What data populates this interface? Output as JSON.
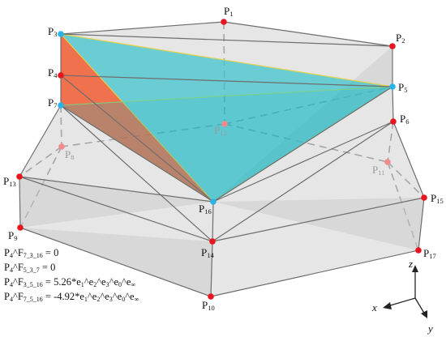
{
  "points": {
    "P1": {
      "name": "P",
      "sub": "1"
    },
    "P2": {
      "name": "P",
      "sub": "2"
    },
    "P3": {
      "name": "P",
      "sub": "3"
    },
    "P4": {
      "name": "P",
      "sub": "4"
    },
    "P5": {
      "name": "P",
      "sub": "5"
    },
    "P6": {
      "name": "P",
      "sub": "6"
    },
    "P7": {
      "name": "P",
      "sub": "7"
    },
    "P8": {
      "name": "P",
      "sub": "8"
    },
    "P9": {
      "name": "P",
      "sub": "9"
    },
    "P10": {
      "name": "P",
      "sub": "10"
    },
    "P11": {
      "name": "P",
      "sub": "11"
    },
    "P12": {
      "name": "P",
      "sub": "12"
    },
    "P13": {
      "name": "P",
      "sub": "13"
    },
    "P14": {
      "name": "P",
      "sub": "14"
    },
    "P15": {
      "name": "P",
      "sub": "15"
    },
    "P16": {
      "name": "P",
      "sub": "16"
    },
    "P17": {
      "name": "P",
      "sub": "17"
    }
  },
  "equations": [
    {
      "a": "P",
      "a_sub": "4",
      "op": "^F",
      "b_sub": "7_3_16",
      "rhs": " = 0"
    },
    {
      "a": "P",
      "a_sub": "4",
      "op": "^F",
      "b_sub": "5_3_7",
      "rhs": " = 0"
    },
    {
      "a": "P",
      "a_sub": "4",
      "op": "^F",
      "b_sub": "3_5_16",
      "rhs": " = 5.26*e",
      "tail": [
        [
          "1",
          "^e"
        ],
        [
          "2",
          "^e"
        ],
        [
          "3",
          "^e"
        ],
        [
          "0",
          "^e"
        ],
        [
          "∞",
          ""
        ]
      ]
    },
    {
      "a": "P",
      "a_sub": "4",
      "op": "^F",
      "b_sub": "7_5_16",
      "rhs": " = -4.92*e",
      "tail": [
        [
          "1",
          "^e"
        ],
        [
          "2",
          "^e"
        ],
        [
          "3",
          "^e"
        ],
        [
          "0",
          "^e"
        ],
        [
          "∞",
          ""
        ]
      ]
    }
  ],
  "axes": {
    "x": "x",
    "y": "y",
    "z": "z"
  },
  "colors": {
    "red_point": "#e8141e",
    "blue_point": "#2ab4e6",
    "cyan_face": "#3cc3cd",
    "orange_face": "#f0643c",
    "gray_face": "#d2d2d2",
    "edge": "#6e6e6e"
  }
}
